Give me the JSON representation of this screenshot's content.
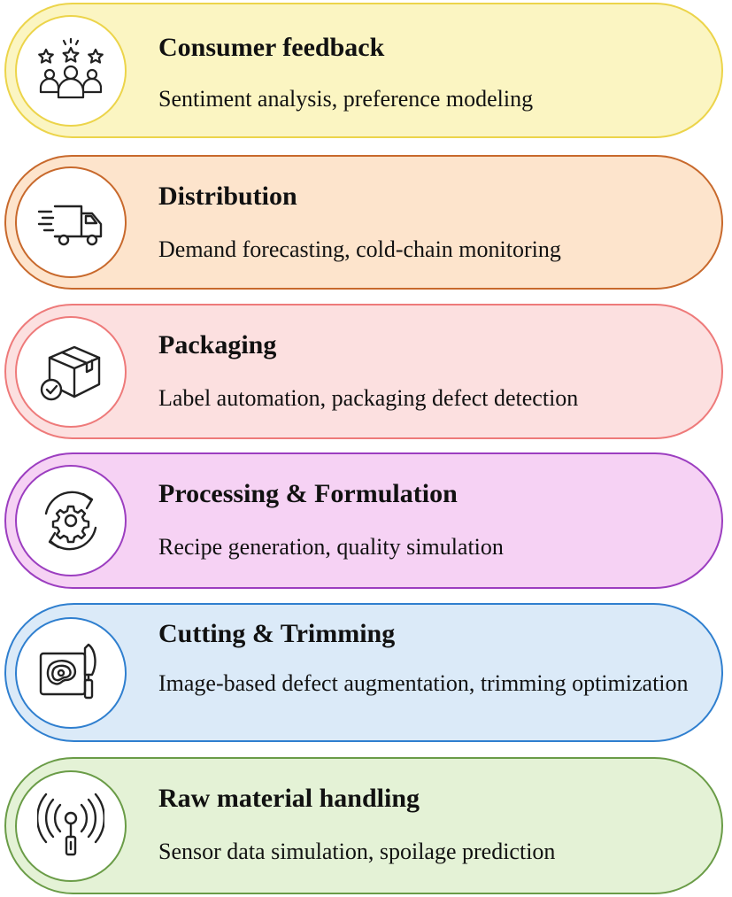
{
  "stages": [
    {
      "title": "Consumer feedback",
      "description": "Sentiment analysis, preference modeling",
      "icon": "rating-stars-users-icon",
      "colors": {
        "fill": "#fbf5c2",
        "border": "#ecd44a"
      }
    },
    {
      "title": "Distribution",
      "description": "Demand forecasting, cold-chain monitoring",
      "icon": "delivery-truck-icon",
      "colors": {
        "fill": "#fde4cc",
        "border": "#c8692c"
      }
    },
    {
      "title": "Packaging",
      "description": "Label automation, packaging defect detection",
      "icon": "package-check-icon",
      "colors": {
        "fill": "#fce0e0",
        "border": "#ee7a7a"
      }
    },
    {
      "title": "Processing & Formulation",
      "description": "Recipe generation, quality simulation",
      "icon": "gear-cycle-icon",
      "colors": {
        "fill": "#f6d2f4",
        "border": "#9c3ec0"
      }
    },
    {
      "title": "Cutting & Trimming",
      "description": "Image-based defect augmentation, trimming optimization",
      "icon": "meat-cutting-icon",
      "colors": {
        "fill": "#dbeaf8",
        "border": "#2f7fcf"
      }
    },
    {
      "title": "Raw material handling",
      "description": "Sensor data simulation, spoilage prediction",
      "icon": "sensor-signal-icon",
      "colors": {
        "fill": "#e4f2d6",
        "border": "#6a9c47"
      }
    }
  ]
}
